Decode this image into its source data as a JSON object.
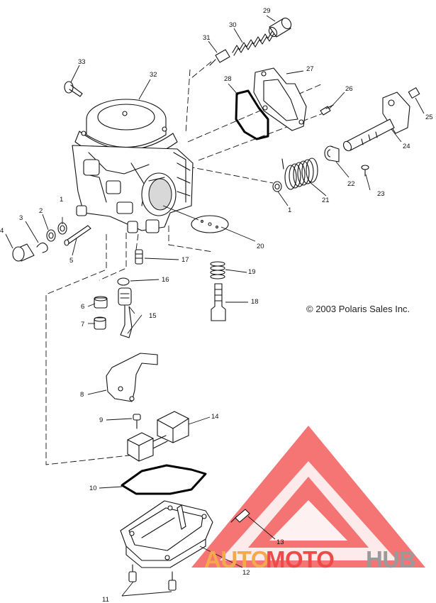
{
  "copyright": "© 2003 Polaris Sales Inc.",
  "watermark": {
    "segments": [
      "AUTO",
      "MOTO",
      "HUB"
    ],
    "colors": {
      "auto": "#f4a94a",
      "moto": "#ef4a4a",
      "hub": "#9a9a9a",
      "triangle": "#f24b4b"
    }
  },
  "callouts": [
    "1",
    "1",
    "2",
    "3",
    "4",
    "5",
    "6",
    "6",
    "7",
    "8",
    "9",
    "10",
    "11",
    "12",
    "13",
    "14",
    "15",
    "16",
    "17",
    "18",
    "19",
    "20",
    "21",
    "22",
    "23",
    "24",
    "25",
    "26",
    "27",
    "28",
    "29",
    "30",
    "31",
    "32",
    "33"
  ]
}
